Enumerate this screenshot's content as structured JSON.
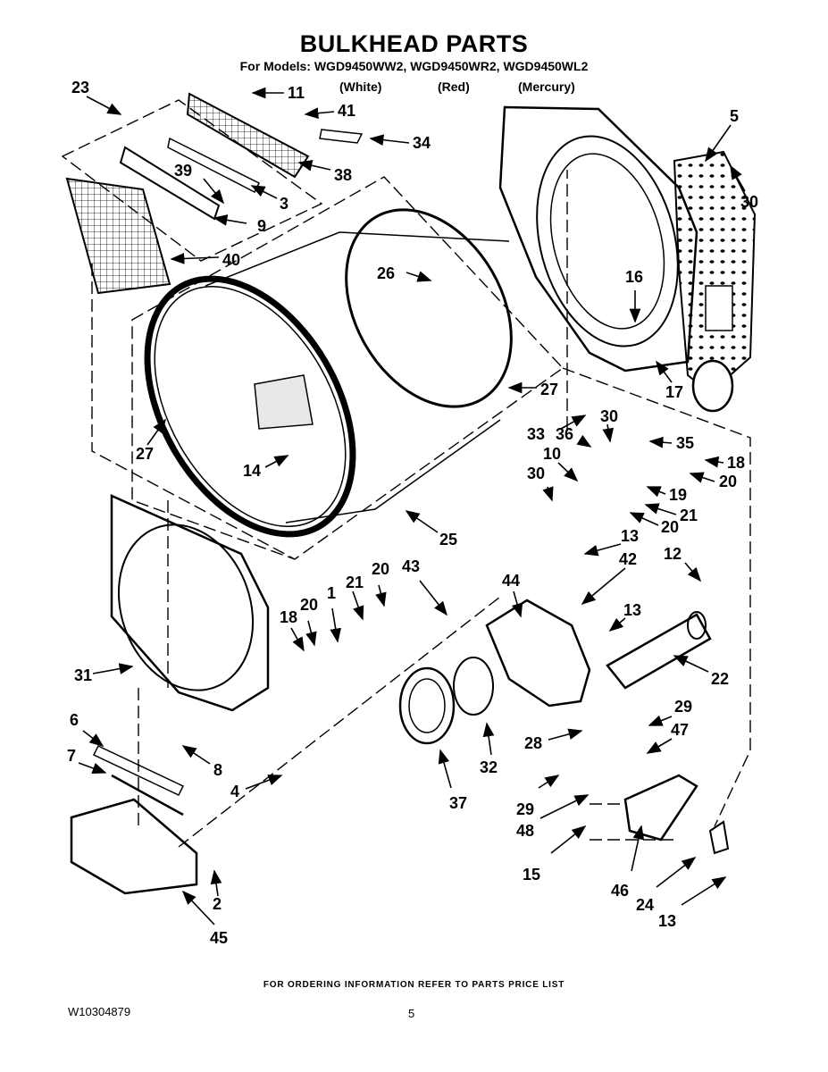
{
  "header": {
    "title": "BULKHEAD PARTS",
    "models_line": "For Models: WGD9450WW2, WGD9450WR2, WGD9450WL2",
    "variants": [
      "(White)",
      "(Red)",
      "(Mercury)"
    ]
  },
  "callouts": [
    "23",
    "11",
    "41",
    "34",
    "38",
    "39",
    "3",
    "9",
    "40",
    "26",
    "5",
    "30",
    "16",
    "17",
    "27",
    "27",
    "14",
    "33",
    "30",
    "36",
    "35",
    "10",
    "18",
    "30",
    "20",
    "19",
    "21",
    "20",
    "25",
    "13",
    "12",
    "42",
    "43",
    "44",
    "13",
    "22",
    "21",
    "20",
    "1",
    "18",
    "20",
    "31",
    "6",
    "8",
    "4",
    "7",
    "29",
    "47",
    "28",
    "32",
    "37",
    "29",
    "48",
    "15",
    "46",
    "24",
    "13",
    "2",
    "45"
  ],
  "footer": {
    "ordering_note": "FOR ORDERING INFORMATION REFER TO PARTS PRICE LIST",
    "doc_number": "W10304879",
    "page_number": "5"
  }
}
